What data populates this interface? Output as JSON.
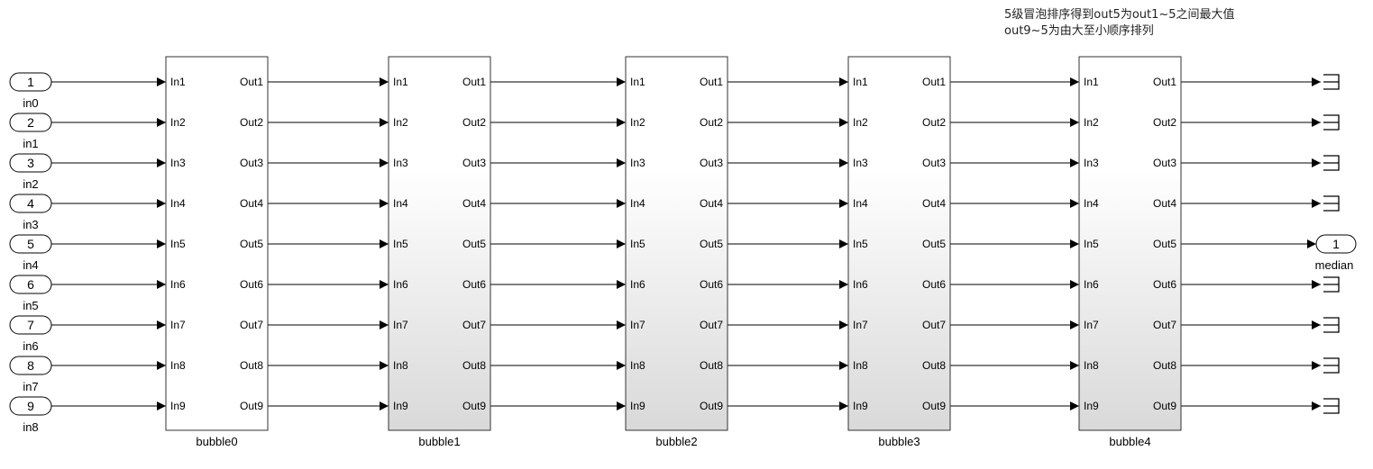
{
  "annotation": {
    "line1": "5级冒泡排序得到out5为out1~5之间最大值",
    "line2": "out9~5为由大至小顺序排列"
  },
  "inports": [
    {
      "number": "1",
      "label": "in0"
    },
    {
      "number": "2",
      "label": "in1"
    },
    {
      "number": "3",
      "label": "in2"
    },
    {
      "number": "4",
      "label": "in3"
    },
    {
      "number": "5",
      "label": "in4"
    },
    {
      "number": "6",
      "label": "in5"
    },
    {
      "number": "7",
      "label": "in6"
    },
    {
      "number": "8",
      "label": "in7"
    },
    {
      "number": "9",
      "label": "in8"
    }
  ],
  "subsystems": [
    {
      "name": "bubble0"
    },
    {
      "name": "bubble1"
    },
    {
      "name": "bubble2"
    },
    {
      "name": "bubble3"
    },
    {
      "name": "bubble4"
    }
  ],
  "port_labels": {
    "inputs": [
      "In1",
      "In2",
      "In3",
      "In4",
      "In5",
      "In6",
      "In7",
      "In8",
      "In9"
    ],
    "outputs": [
      "Out1",
      "Out2",
      "Out3",
      "Out4",
      "Out5",
      "Out6",
      "Out7",
      "Out8",
      "Out9"
    ]
  },
  "outport": {
    "number": "1",
    "label": "median",
    "row": 5
  },
  "colors": {
    "line": "#000000",
    "block_border": "#333333",
    "gradient_top": "#ffffff",
    "gradient_bottom": "#d9d9d9"
  }
}
